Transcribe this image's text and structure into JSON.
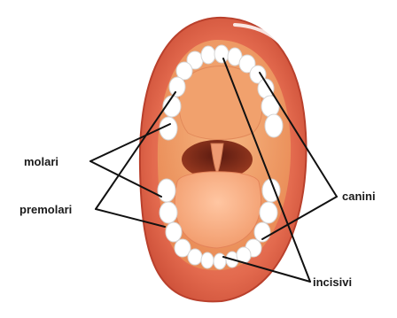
{
  "diagram": {
    "labels": {
      "molari": "molari",
      "premolari": "premolari",
      "canini": "canini",
      "incisivi": "incisivi"
    }
  }
}
